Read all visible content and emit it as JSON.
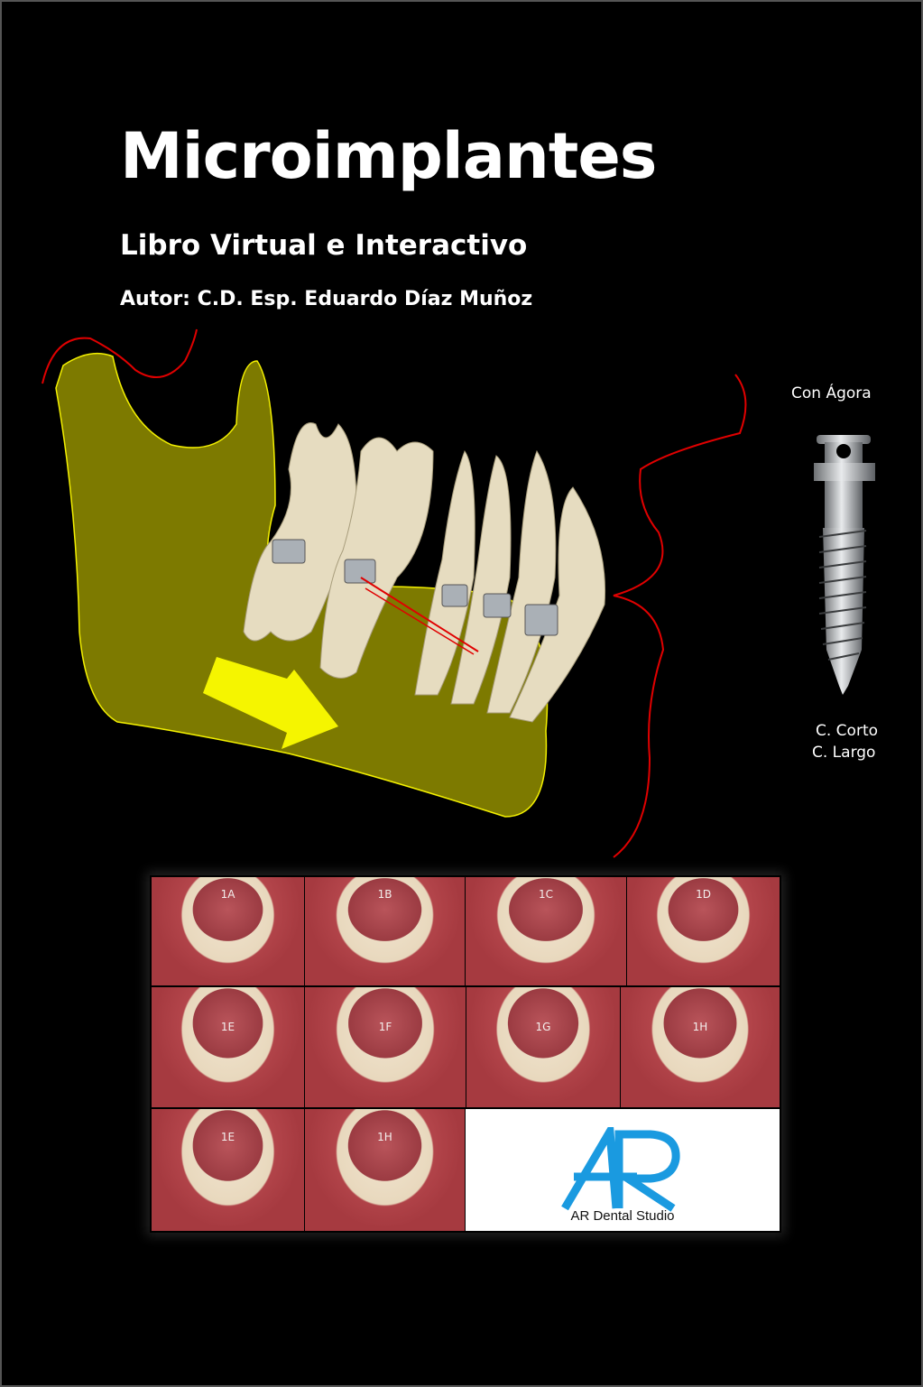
{
  "cover": {
    "title": "Microimplantes",
    "subtitle": "Libro Virtual e Interactivo",
    "author": "Autor: C.D. Esp. Eduardo Díaz Muñoz"
  },
  "implant": {
    "label_top": "Con Ágora",
    "label_bottom_1": "C. Corto",
    "label_bottom_2": "C. Largo"
  },
  "photos": [
    "1A",
    "1B",
    "1C",
    "1D",
    "1E",
    "1F",
    "1G",
    "1H",
    "1E",
    "1H"
  ],
  "logo": {
    "mark": "AR",
    "name": "AR Dental Studio"
  },
  "colors": {
    "jaw_fill": "#7d7a00",
    "jaw_outline": "#f3f000",
    "arrow": "#f5f500",
    "red_line": "#e00000",
    "logo_blue": "#1a9ae0"
  }
}
